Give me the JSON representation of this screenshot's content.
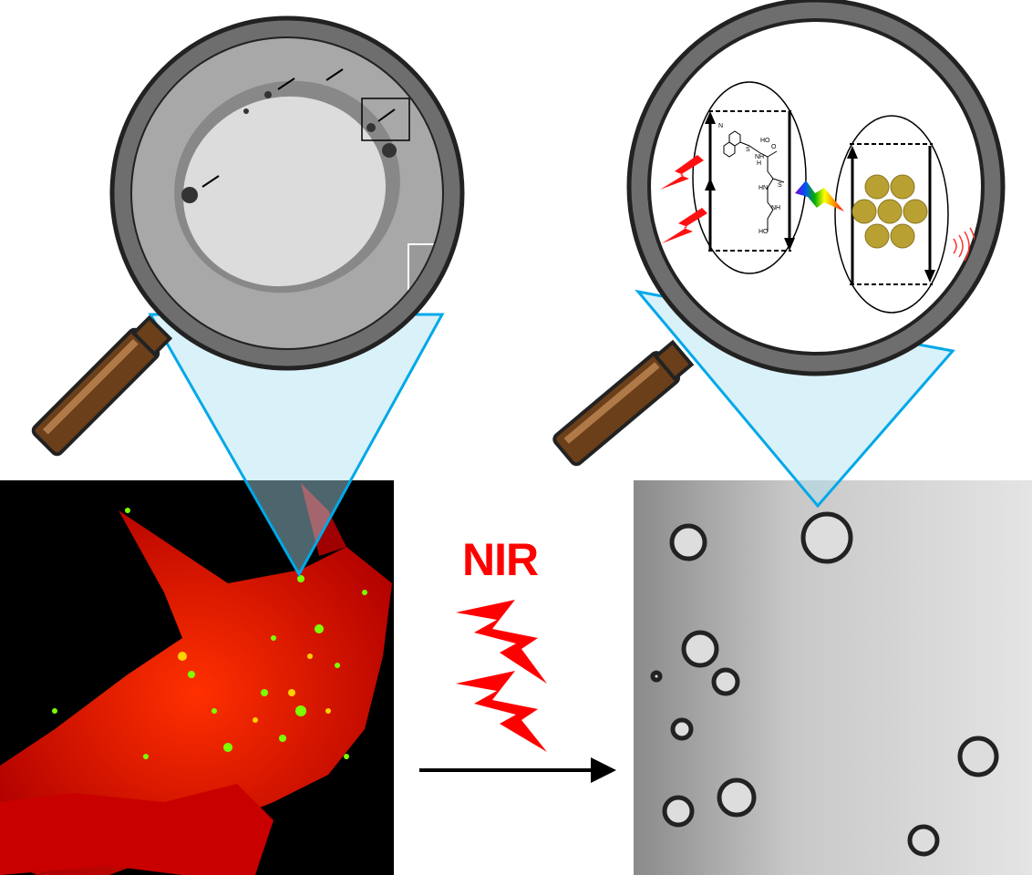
{
  "label": {
    "text": "NIR",
    "color": "#ff0000"
  },
  "molecule_labels": [
    "N",
    "S",
    "O",
    "HO",
    "NH",
    "H",
    "S",
    "HN",
    "NH",
    "HO"
  ],
  "colors": {
    "zoom_cone": "#00a8e8",
    "magnifier_rim": "#6e6e6e",
    "handle": "#6b3f1a",
    "fluorescence_red": "#ff1a00",
    "fluorescence_green": "#7cff00",
    "nanoparticle": "#b8a032"
  },
  "icons": [
    "magnifier-icon",
    "lightning-icon",
    "arrow-right-icon",
    "rainbow-lightning-icon",
    "heat-wave-icon"
  ]
}
